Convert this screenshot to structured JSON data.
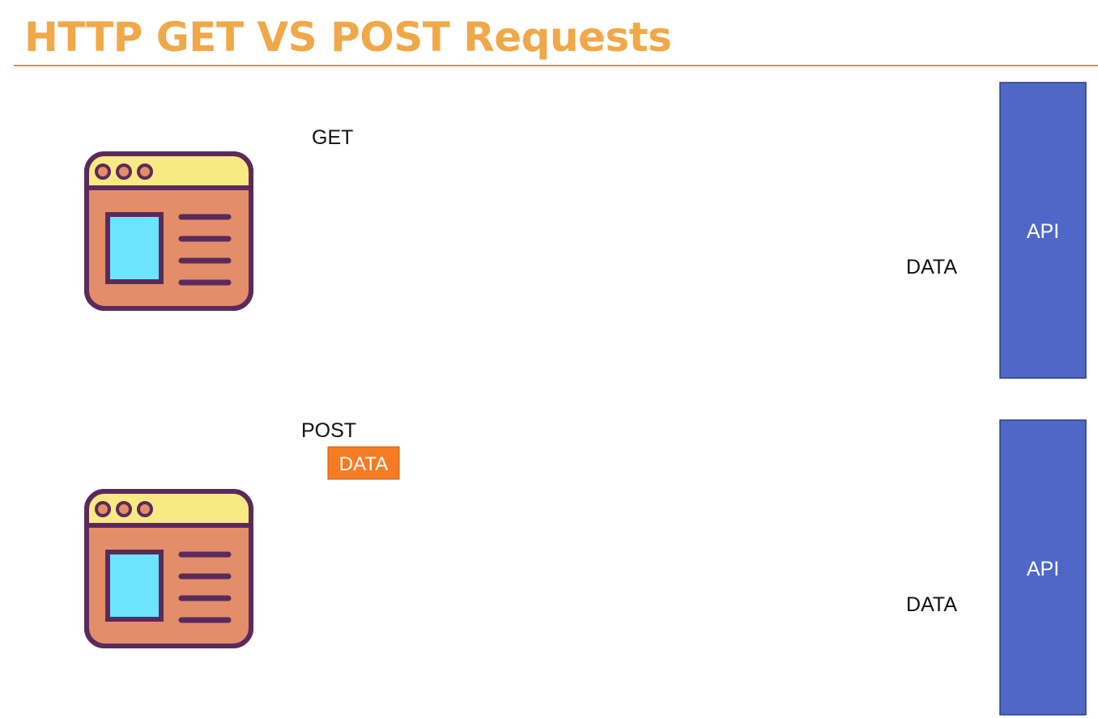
{
  "title": "HTTP GET VS POST Requests",
  "colors": {
    "title": "#f0a848",
    "rule": "#e8826a",
    "get_arrow": "#22b14c",
    "post_arrow": "#7a2c9e",
    "api_box": "#4f68c8",
    "data_chip": "#f57c22"
  },
  "get_flow": {
    "client_icon": "browser-window-icon",
    "request_label": "GET",
    "response_label": "DATA",
    "server_label": "API"
  },
  "post_flow": {
    "client_icon": "browser-window-icon",
    "request_label": "POST",
    "payload_label": "DATA",
    "response_label": "DATA",
    "server_label": "API"
  }
}
